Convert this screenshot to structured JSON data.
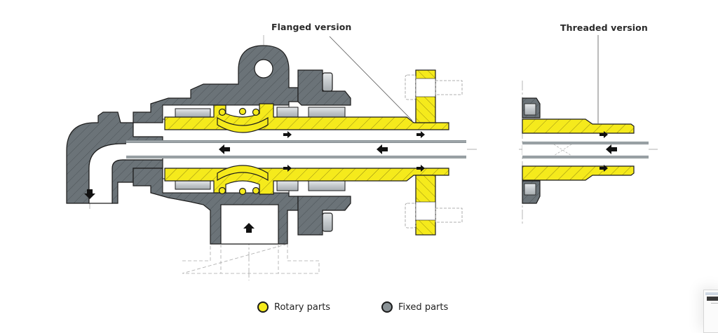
{
  "labels": {
    "flanged": "Flanged version",
    "threaded": "Threaded version"
  },
  "legend": [
    {
      "label": "Rotary parts",
      "color": "#f5ea1c"
    },
    {
      "label": "Fixed parts",
      "color": "#8a9296"
    }
  ],
  "colors": {
    "rotary": "#f5ea1c",
    "fixed": "#6b7378",
    "seal": "#c9ced2",
    "outline": "#1c1c1c",
    "tube": "#8e969a"
  },
  "flow_arrows": {
    "inlet": "up",
    "outlet": "down",
    "inner_tube": "left",
    "annulus": "right"
  }
}
